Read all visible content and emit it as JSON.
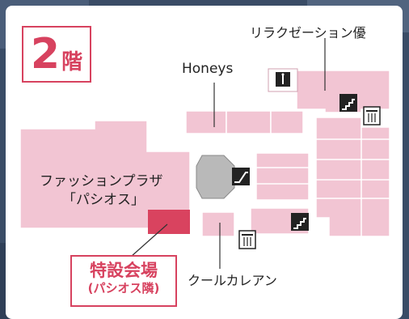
{
  "floor": {
    "number": "2",
    "unit": "階"
  },
  "stores": {
    "relaxation": "リラクゼーション優",
    "honeys": "Honeys",
    "fashion_plaza_line1": "ファッションプラザ",
    "fashion_plaza_line2": "「パシオス」",
    "cool_carearn": "クールカレアン"
  },
  "event_space": {
    "title": "特設会場",
    "subtitle": "(パシオス隣)"
  },
  "icons": [
    "restroom-icon",
    "escalator-icon",
    "stairs-icon",
    "stairs-icon",
    "trash-icon",
    "trash-icon"
  ],
  "colors": {
    "shop_fill": "#f2c5d3",
    "shop_stroke": "#ffffff",
    "event_fill": "#d9435f",
    "accent": "#d7425f",
    "background": "#3d4f68"
  }
}
